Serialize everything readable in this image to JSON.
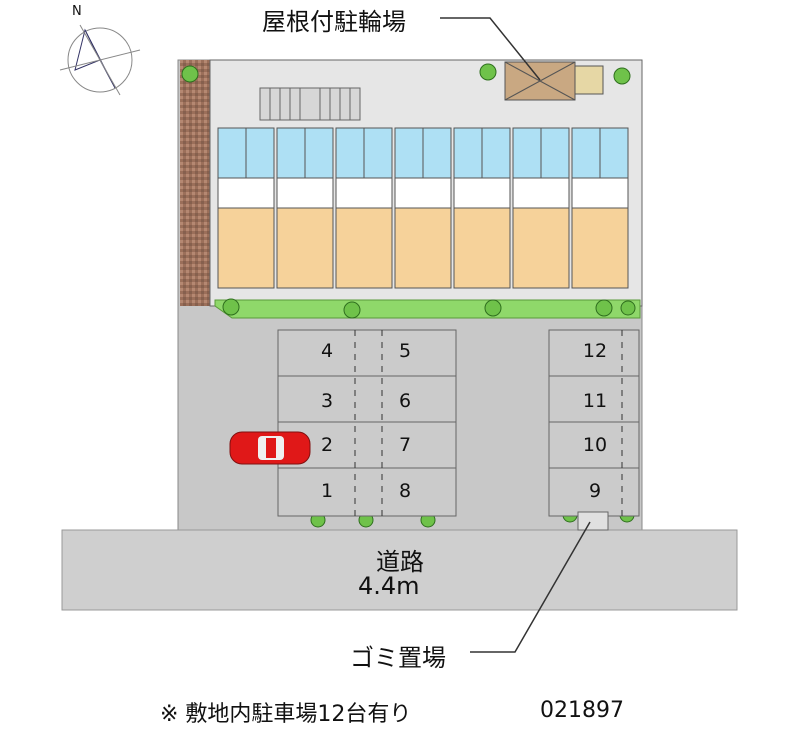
{
  "labels": {
    "bike_parking": "屋根付駐輪場",
    "road_name": "道路",
    "road_width": "4.4m",
    "garbage": "ゴミ置場",
    "footer_note": "※ 敷地内駐車場12台有り",
    "map_code": "021897",
    "north": "N"
  },
  "parking_spaces": [
    "1",
    "2",
    "3",
    "4",
    "5",
    "6",
    "7",
    "8",
    "9",
    "10",
    "11",
    "12"
  ],
  "colors": {
    "lot": "#c8c8c8",
    "road": "#cfcfcf",
    "building_outer": "#dcdcdc",
    "unit_wet": "#aee0f4",
    "unit_room": "#f6d29a",
    "greenery": "#8fd86a",
    "paving": "#9b6f5a",
    "bike_roof": "#c9a882",
    "car": "#e01818"
  }
}
